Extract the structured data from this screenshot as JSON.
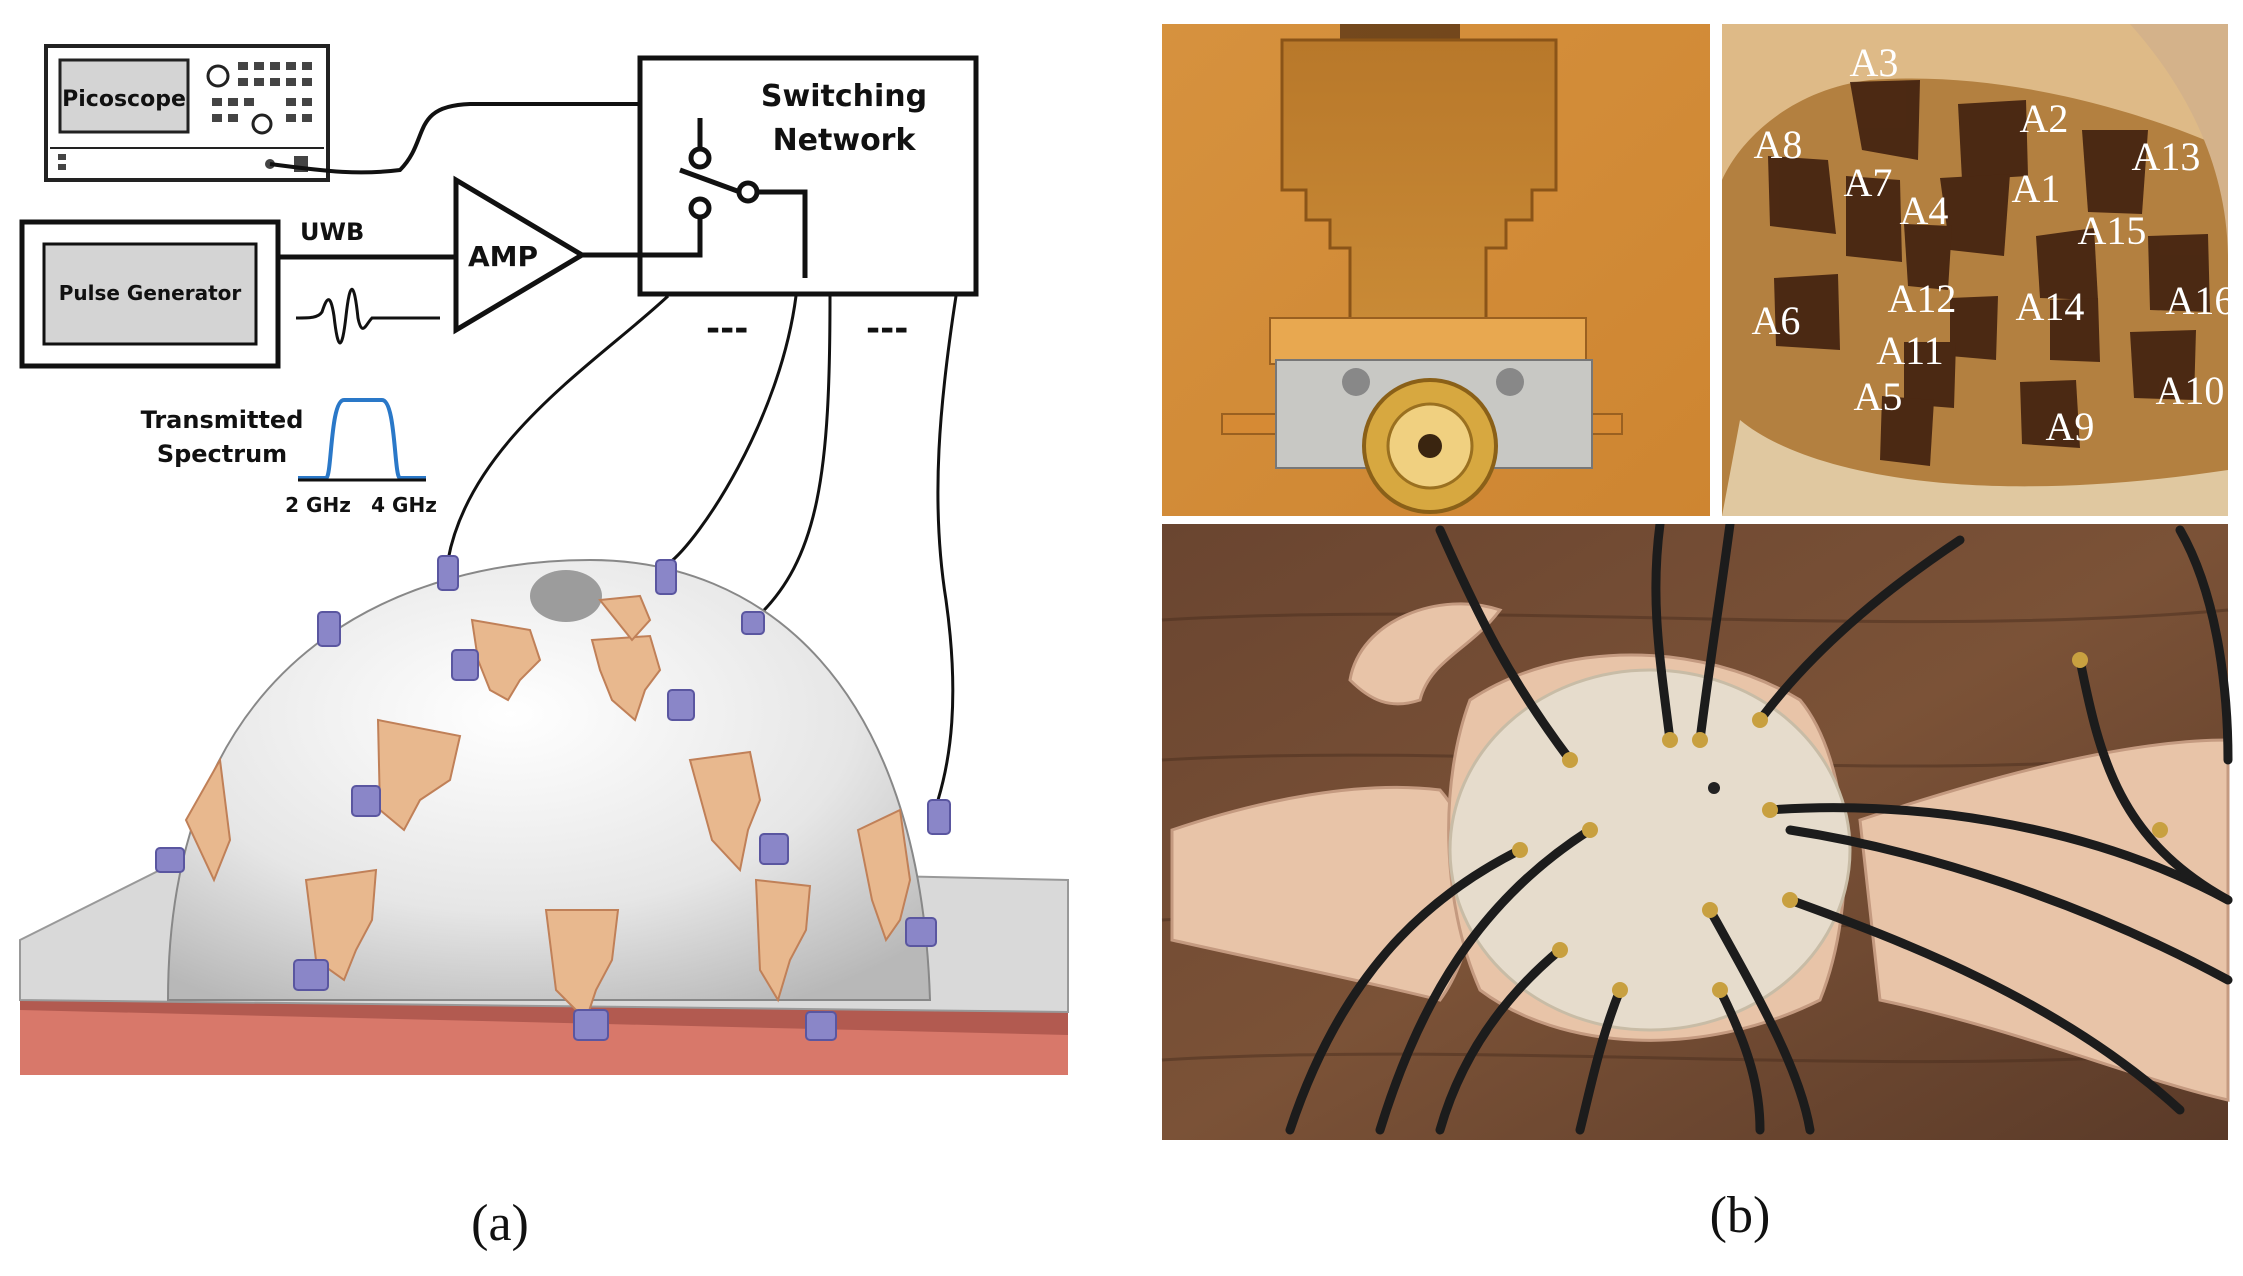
{
  "panel_a": {
    "caption": "(a)",
    "picoscope_label": "Picoscope",
    "switching_label_line1": "Switching",
    "switching_label_line2": "Network",
    "uwb_label": "UWB",
    "amp_label": "AMP",
    "pulse_generator_label": "Pulse Generator",
    "spectrum_label_line1": "Transmitted",
    "spectrum_label_line2": "Spectrum",
    "freq_low": "2 GHz",
    "freq_high": "4 GHz",
    "ellipsis_1": "---",
    "ellipsis_2": "---",
    "colors": {
      "dome": "#dcdcdc",
      "antenna": "#e8b88e",
      "connector": "#8a86c8",
      "spectrum": "#2a78c8",
      "base_top": "#d9d9d9",
      "base_side": "#d8786a"
    }
  },
  "panel_b": {
    "caption": "(b)",
    "antenna_labels": [
      "A3",
      "A2",
      "A8",
      "A7",
      "A1",
      "A13",
      "A4",
      "A15",
      "A6",
      "A12",
      "A14",
      "A16",
      "A11",
      "A5",
      "A9",
      "A10"
    ]
  }
}
